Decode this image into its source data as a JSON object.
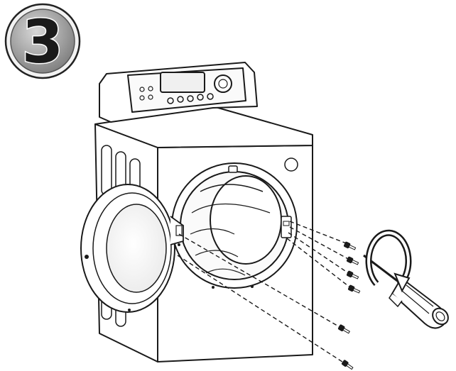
{
  "step": {
    "number": "3"
  },
  "icons": {
    "appliance": "front-load-dryer-icon",
    "door": "open-door-icon",
    "screws": "screw-icon",
    "screwdriver": "screwdriver-icon",
    "rotation": "counterclockwise-arrow-icon"
  },
  "colors": {
    "line": "#1a1a1a",
    "badge_fill": "#9a9a9a",
    "badge_ring": "#e6e6e6",
    "badge_text": "#1a1a1a",
    "background": "#ffffff",
    "panel_shade": "#f3f3f3"
  },
  "screws": {
    "count_on_door": 2,
    "count_on_hinge": 4
  }
}
